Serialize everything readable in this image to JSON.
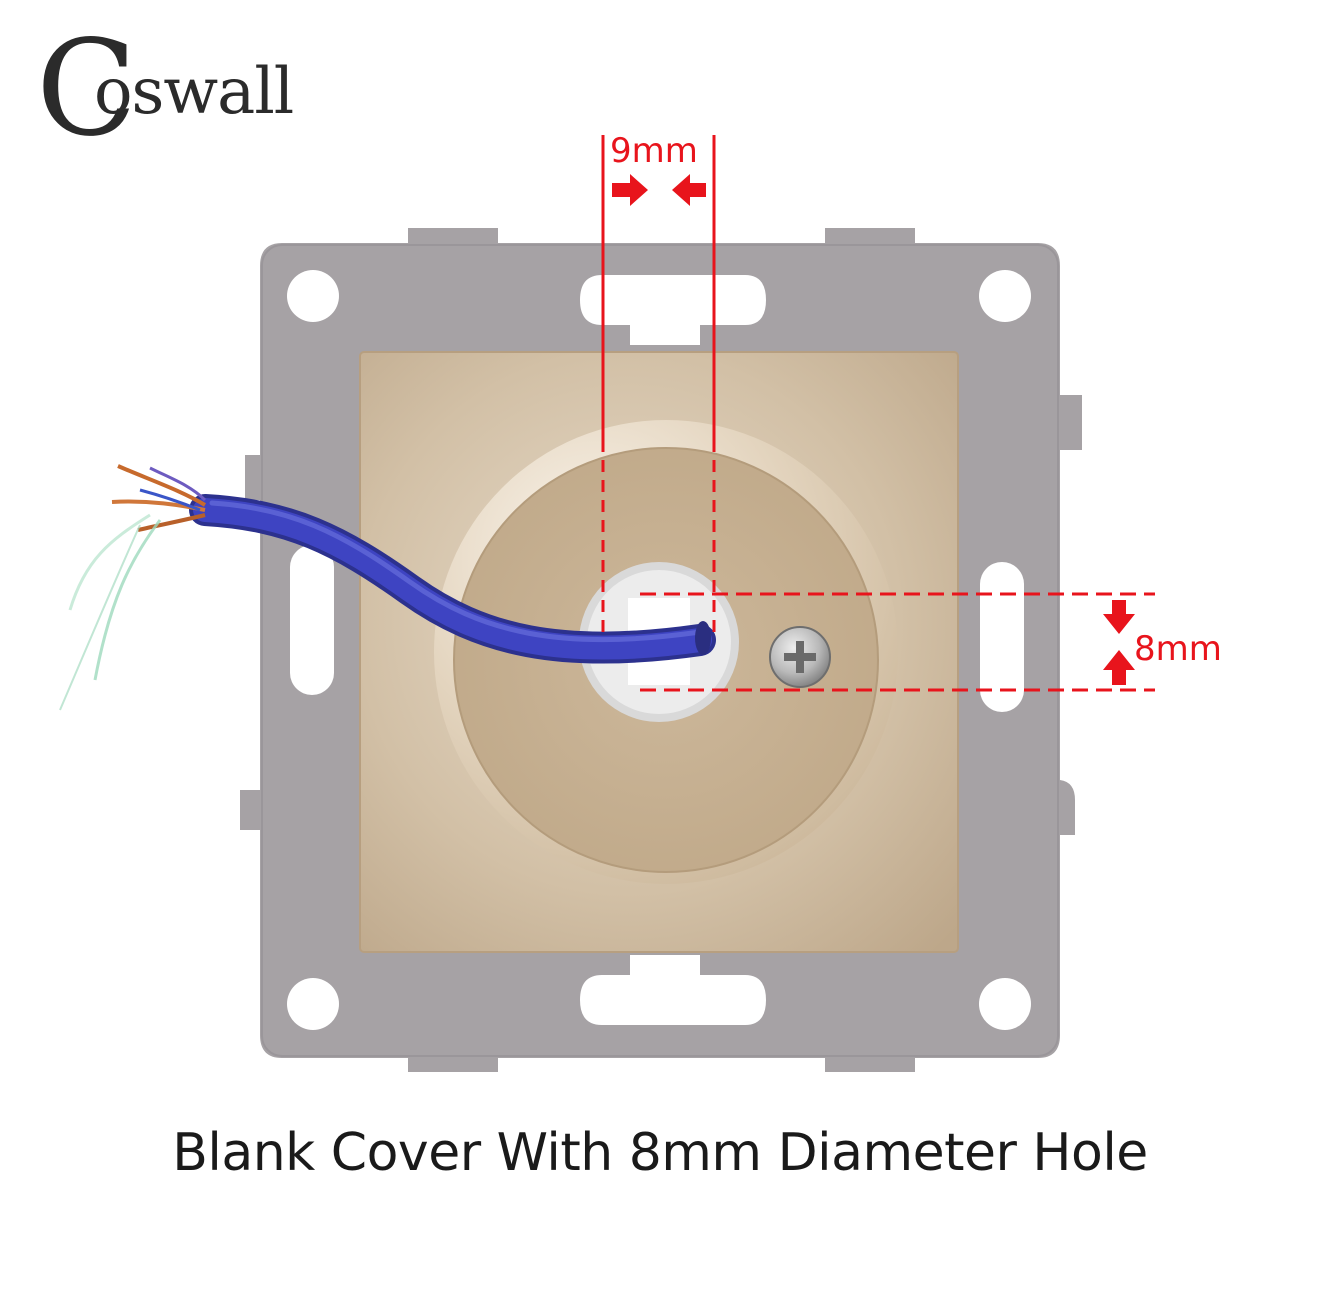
{
  "brand": {
    "logo_initial": "C",
    "logo_rest": "oswall"
  },
  "dimensions": {
    "hole_width_label": "9mm",
    "hole_height_label": "8mm"
  },
  "caption": "Blank Cover With 8mm Diameter Hole",
  "colors": {
    "frame": "#a6a2a5",
    "cover": "#cdbaa0",
    "cable": "#3a3fb4",
    "dimension_lines": "#e8141c"
  },
  "icons": {
    "screw": "cross-head-screw-icon",
    "arrows": "red-arrow-icon"
  }
}
